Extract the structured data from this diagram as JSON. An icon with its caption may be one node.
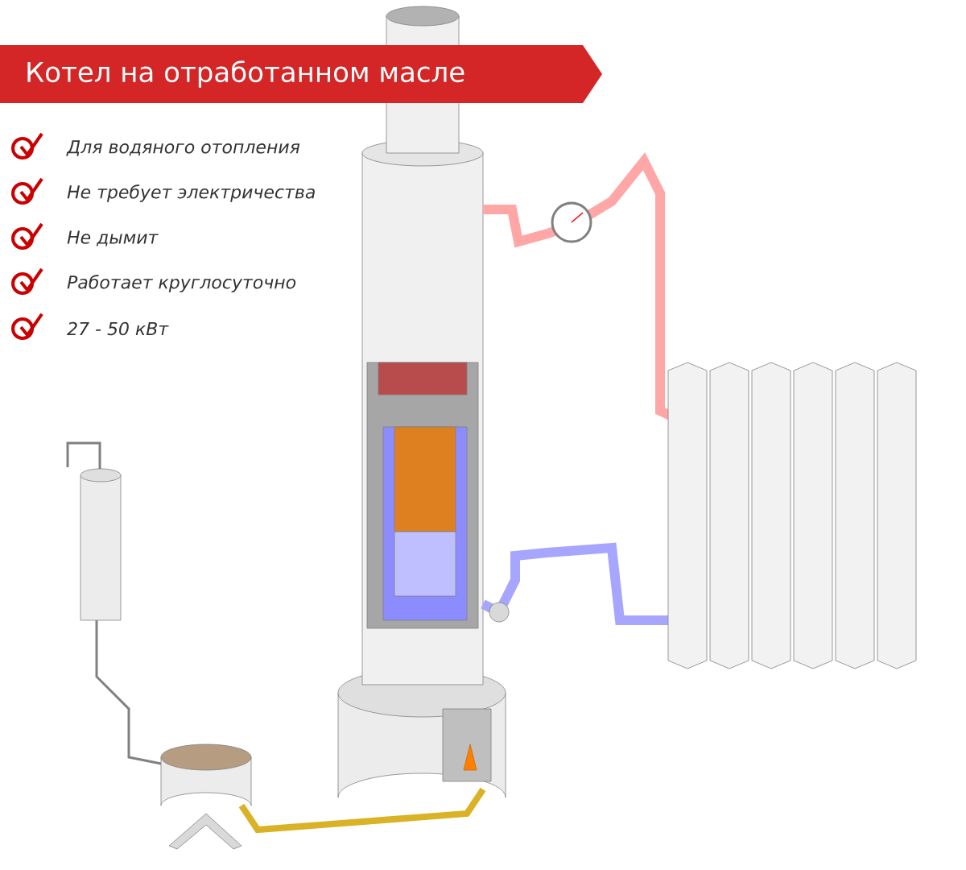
{
  "diagram": {
    "title": "Котел на отработанном масле",
    "labels": [
      "Для водяного отопления",
      "Не требует электричества",
      "Не дымит",
      "Работает круглосуточно",
      "27 - 50 кВт"
    ]
  }
}
